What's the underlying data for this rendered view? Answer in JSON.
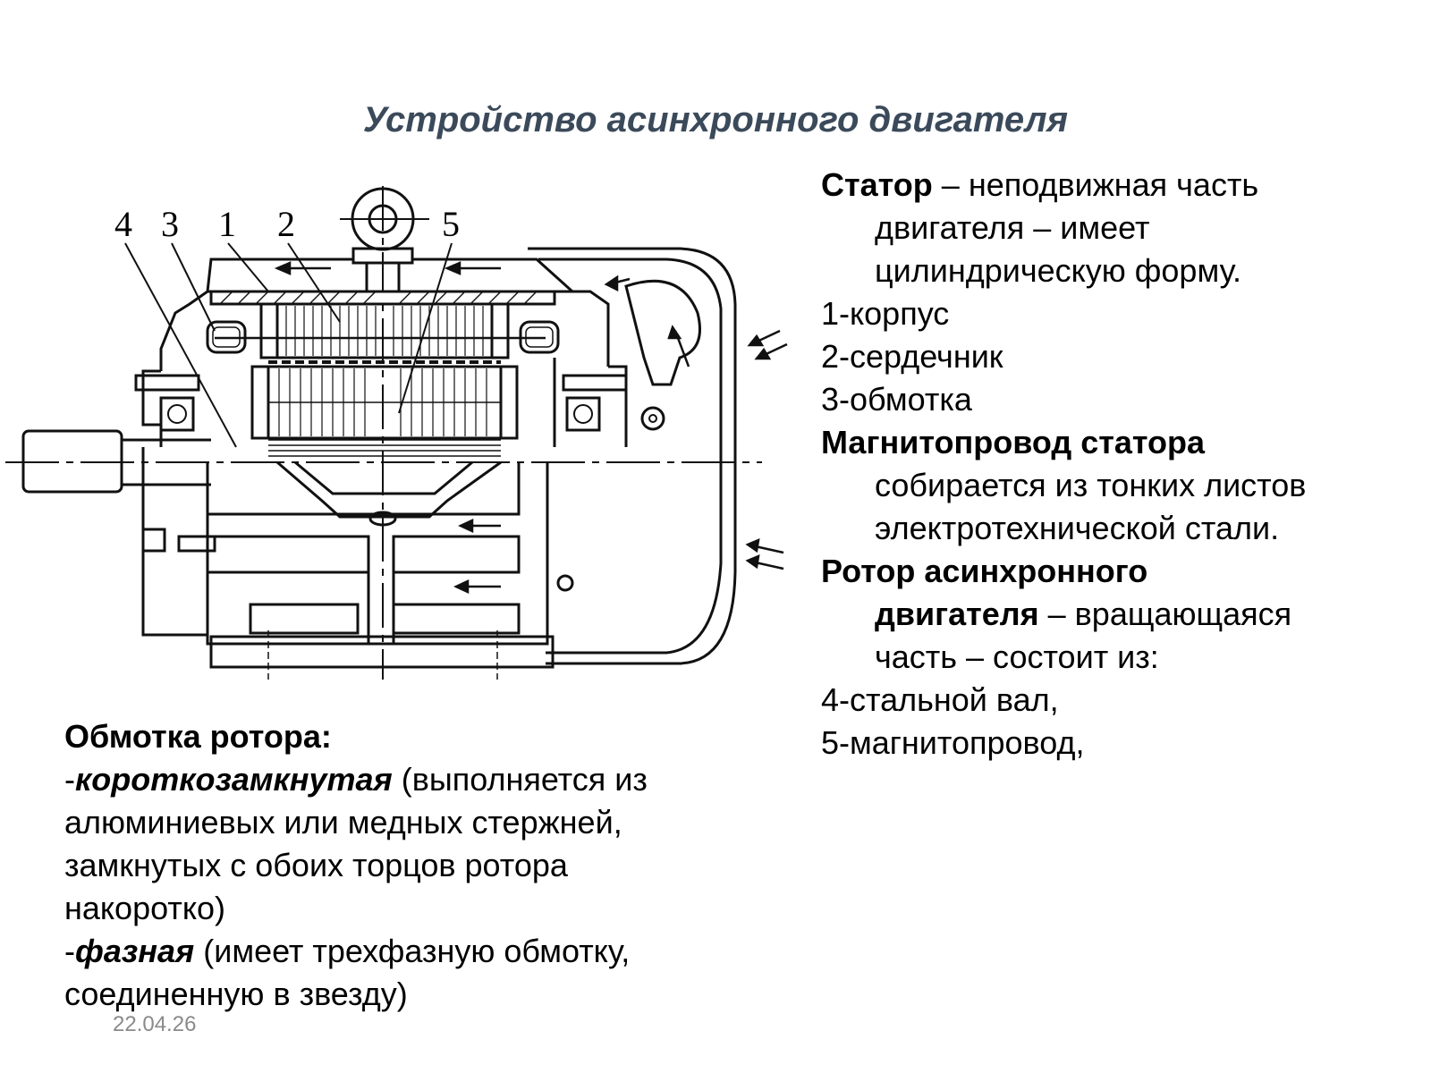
{
  "title": "Устройство асинхронного двигателя",
  "diagram": {
    "labels": [
      "4",
      "3",
      "1",
      "2",
      "5"
    ]
  },
  "stator": {
    "term": "Статор",
    "desc1": " – неподвижная часть",
    "desc2": "двигателя – имеет",
    "desc3": "цилиндрическую форму.",
    "item1": "1-корпус",
    "item2": "2-сердечник",
    "item3": "3-обмотка"
  },
  "core": {
    "term": "Магнитопровод статора",
    "desc1": "собирается из тонких листов",
    "desc2": "электротехнической стали."
  },
  "rotor": {
    "term1": "Ротор асинхронного",
    "term2": "двигателя",
    "desc1": " – вращающаяся",
    "desc2": "часть – состоит из:",
    "item4": "4-стальной вал,",
    "item5": "5-магнитопровод,"
  },
  "winding": {
    "heading": "Обмотка ротора:",
    "dash1": "-",
    "type1": "короткозамкнутая",
    "desc1a": " (выполняется из",
    "desc1b": "алюминиевых или медных стержней,",
    "desc1c": "замкнутых с обоих торцов ротора",
    "desc1d": "накоротко)",
    "dash2": "-",
    "type2": "фазная",
    "desc2a": " (имеет трехфазную обмотку,",
    "desc2b": "соединенную в звезду)"
  },
  "date": "22.04.26"
}
